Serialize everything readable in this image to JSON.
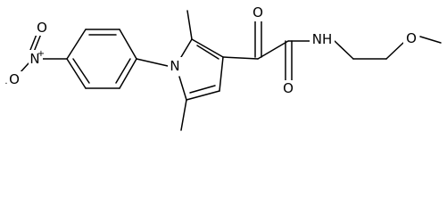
{
  "atoms": {
    "n_pyrrole": "N",
    "n_amide": "N",
    "h_amide": "H",
    "o_ketone": "O",
    "o_amide": "O",
    "o_ether": "O",
    "n_nitro": "N",
    "n_nitro_charge": "+",
    "o_nitro_top": "O",
    "o_nitro_left": "O",
    "o_nitro_left_charge": "·"
  }
}
